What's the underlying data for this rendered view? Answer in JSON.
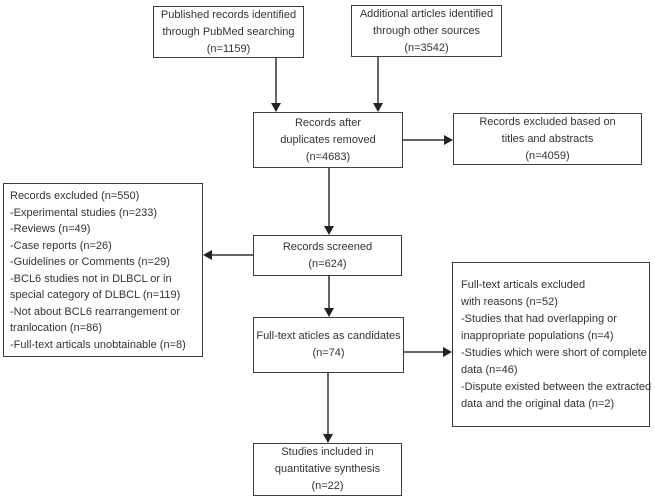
{
  "palette": {
    "ink": "#333333",
    "border": "#3d3d3d",
    "connector": "#666666",
    "background": "#ffffff"
  },
  "boxes": {
    "pubmed": {
      "lines": [
        "Published records identified",
        "through PubMed searching",
        "(n=1159)"
      ]
    },
    "other_sources": {
      "lines": [
        "Additional articles identified",
        "through other sources",
        "(n=3542)"
      ]
    },
    "duplicates_removed": {
      "lines": [
        "Records after",
        "duplicates removed",
        "(n=4683)"
      ]
    },
    "title_abstract_excluded": {
      "lines": [
        "Records excluded based on",
        "titles and abstracts",
        "(n=4059)"
      ]
    },
    "records_excluded": {
      "lines": [
        "Records excluded (n=550)",
        "-Experimental studies (n=233)",
        "-Reviews (n=49)",
        "-Case reports (n=26)",
        "-Guidelines or Comments (n=29)",
        "-BCL6 studies not in DLBCL or in",
        "special category of DLBCL (n=119)",
        "-Not about BCL6 rearrangement or",
        "tranlocation (n=86)",
        "-Full-text articals unobtainable (n=8)"
      ]
    },
    "records_screened": {
      "lines": [
        "Records screened",
        "(n=624)"
      ]
    },
    "fulltext_candidates": {
      "lines": [
        "Full-text aticles as candidates",
        "(n=74)"
      ]
    },
    "fulltext_excluded": {
      "lines": [
        "Full-text articals excluded",
        "with reasons (n=52)",
        "-Studies that had overlapping or",
        "inappropriate populations (n=4)",
        "-Studies which were short of complete",
        "data (n=46)",
        "-Dispute existed between the extracted",
        "data and the original data (n=2)"
      ]
    },
    "included": {
      "lines": [
        "Studies included in",
        "quantitative synthesis",
        "(n=22)"
      ]
    }
  }
}
